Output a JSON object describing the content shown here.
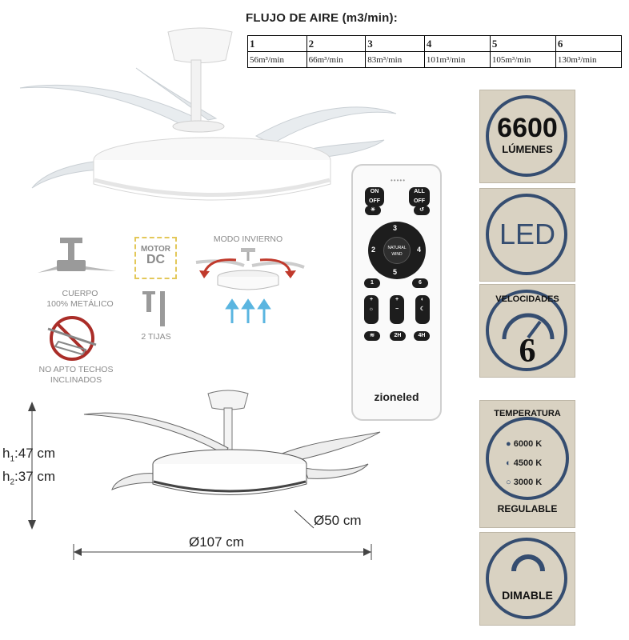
{
  "airflow": {
    "title": "FLUJO DE AIRE (m3/min):",
    "speeds": [
      "1",
      "2",
      "3",
      "4",
      "5",
      "6"
    ],
    "values": [
      "56m³/min",
      "66m³/min",
      "83m³/min",
      "101m³/min",
      "105m³/min",
      "130m³/min"
    ]
  },
  "labels": {
    "body_line1": "CUERPO",
    "body_line2": "100% METÁLICO",
    "motor_line1": "MOTOR",
    "motor_line2": "DC",
    "winter_mode": "MODO INVIERNO",
    "two_rods": "2 TIJAS",
    "no_slope_line1": "NO APTO TECHOS",
    "no_slope_line2": "INCLINADOS"
  },
  "remote": {
    "brand": "zioneled",
    "buttons": {
      "on_off": "ON OFF",
      "all_off": "ALL OFF",
      "n3": "3",
      "n2": "2",
      "n4": "4",
      "n5": "5",
      "center": "NATURAL WIND",
      "one": "1",
      "six": "6",
      "plus": "+",
      "minus": "−",
      "h2": "2H",
      "h4": "4H"
    }
  },
  "badges": {
    "lumens_value": "6600",
    "lumens_unit": "LÚMENES",
    "led": "LED",
    "speeds_title": "VELOCIDADES",
    "speeds_value": "6",
    "temp_title": "TEMPERATURA",
    "temp_options": [
      "6000 K",
      "4500 K",
      "3000 K"
    ],
    "temp_footer": "REGULABLE",
    "dimmable": "DIMABLE"
  },
  "dimensions": {
    "h1_label": "h",
    "h1_sub": "1",
    "h1_value": ":47 cm",
    "h2_label": "h",
    "h2_sub": "2",
    "h2_value": ":37 cm",
    "light_diameter": "Ø50 cm",
    "fan_diameter": "Ø107 cm"
  },
  "colors": {
    "badge_bg": "#d9d2c2",
    "badge_ring": "#354d70",
    "arrow_red": "#c0392b",
    "arrow_blue": "#5ab5e0",
    "motor_yellow": "#e3c85a"
  }
}
